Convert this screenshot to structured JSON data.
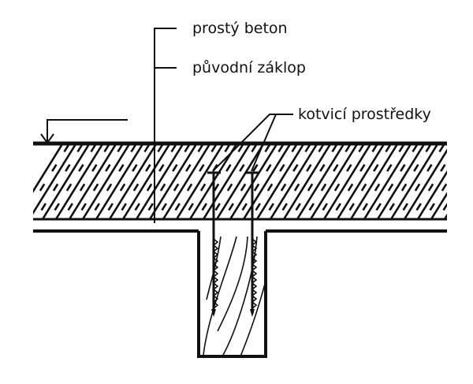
{
  "labels": {
    "concrete": "prostý beton",
    "original_decking": "původní záklop",
    "anchors": "kotvicí prostředky"
  },
  "colors": {
    "ink": "#111111",
    "background": "#ffffff"
  }
}
